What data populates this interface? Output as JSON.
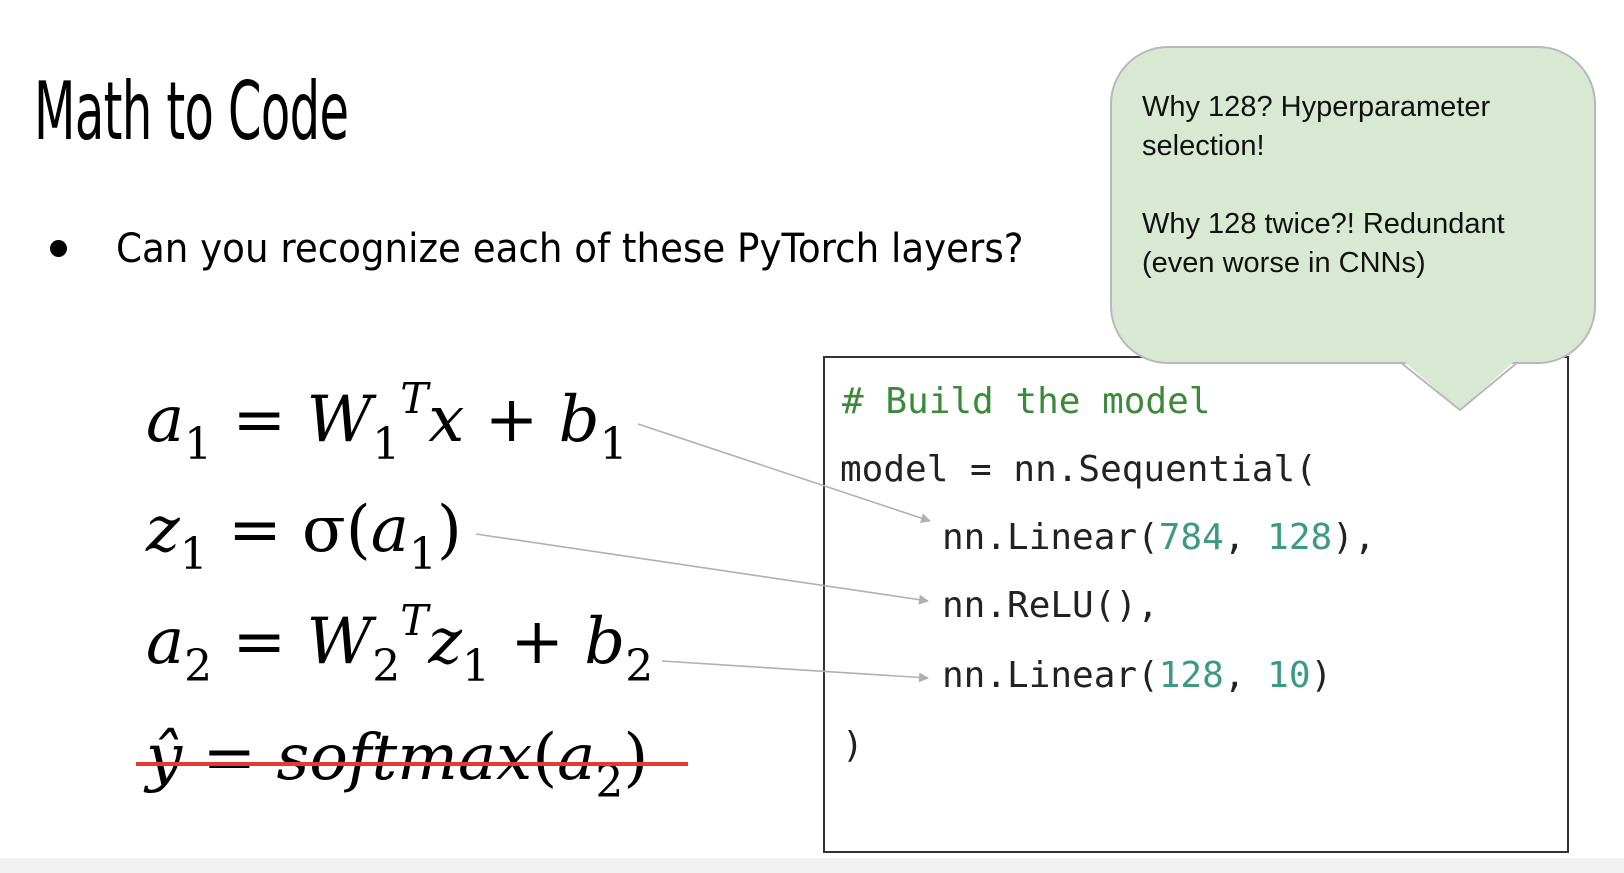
{
  "slide": {
    "title": "Math to Code",
    "bullet": "Can you recognize each of these PyTorch layers?"
  },
  "callout": {
    "line1": "Why 128? Hyperparameter selection!",
    "line2": "Why 128 twice?! Redundant (even worse in CNNs)"
  },
  "equations": {
    "eq1": {
      "lhs": "a",
      "lhs_sub": "1",
      "eqsign": "=",
      "w": "W",
      "w_sub": "1",
      "w_sup": "T",
      "var": "x",
      "plus": "+",
      "b": "b",
      "b_sub": "1"
    },
    "eq2": {
      "lhs": "z",
      "lhs_sub": "1",
      "eqsign": "=",
      "sigma": "σ",
      "open": "(",
      "arg": "a",
      "arg_sub": "1",
      "close": ")"
    },
    "eq3": {
      "lhs": "a",
      "lhs_sub": "2",
      "eqsign": "=",
      "w": "W",
      "w_sub": "2",
      "w_sup": "T",
      "var": "z",
      "var_sub": "1",
      "plus": "+",
      "b": "b",
      "b_sub": "2"
    },
    "eq4": {
      "lhs": "ŷ",
      "eqsign": "=",
      "fn": "softmax",
      "open": "(",
      "arg": "a",
      "arg_sub": "2",
      "close": ")"
    }
  },
  "code": {
    "comment": "# Build the model",
    "line_model": "model = nn.Sequential(",
    "linear1_prefix": "nn.Linear(",
    "linear1_in": "784",
    "linear1_sep": ", ",
    "linear1_out": "128",
    "linear1_suffix": "),",
    "relu": "nn.ReLU(),",
    "linear2_prefix": "nn.Linear(",
    "linear2_in": "128",
    "linear2_sep": ", ",
    "linear2_out": "10",
    "linear2_suffix": ")",
    "close": ")"
  },
  "colors": {
    "callout_fill": "#d9e8d3",
    "comment": "#3a8a3a",
    "number": "#3c9a82",
    "strike": "#e53935",
    "arrow": "#b0b0b0"
  }
}
